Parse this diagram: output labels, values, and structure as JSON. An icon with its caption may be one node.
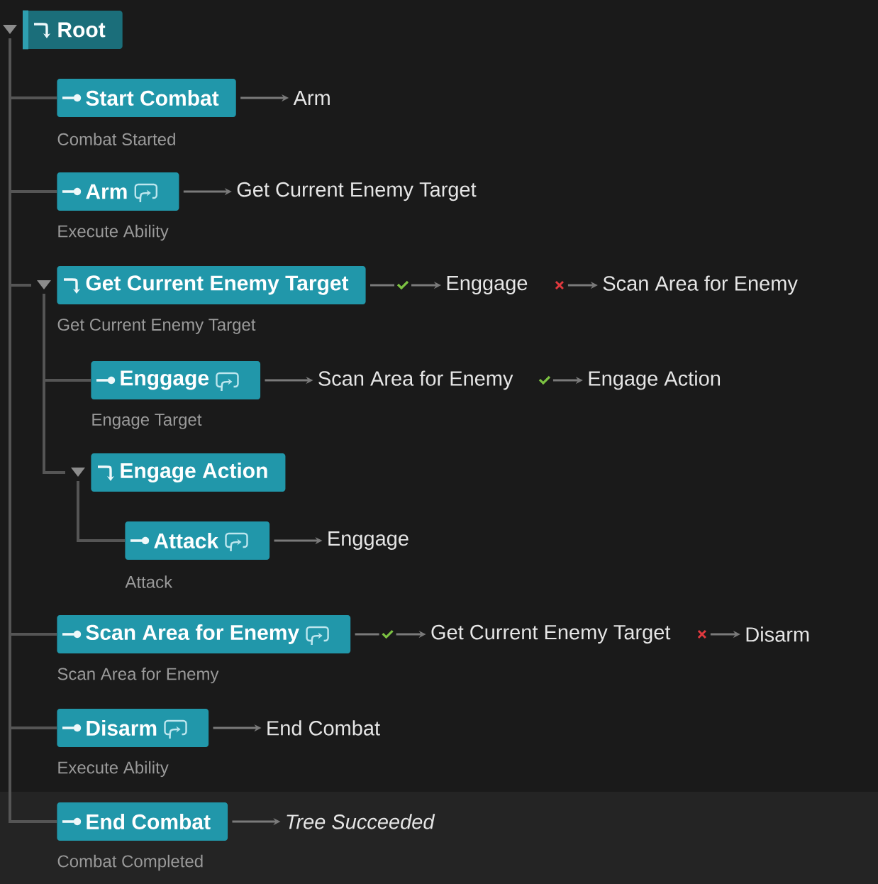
{
  "diagram": {
    "nodes": [
      {
        "text": [
          "Root"
        ]
      },
      {
        "text": [
          "Start Combat"
        ],
        "beside": [
          "Combat Started"
        ]
      },
      {
        "text": [
          "Arm"
        ]
      },
      {
        "text": [
          "Arm"
        ],
        "beside": [
          "Execute Ability"
        ]
      },
      {
        "text": [
          "Get Current Enemy Target"
        ]
      },
      {
        "text": [
          "Get Current Enemy Target"
        ],
        "beside": [
          "Get Current Enemy Target"
        ]
      },
      {
        "text": [
          "Enggage"
        ]
      },
      {
        "text": [
          "Scan Area for Enemy"
        ]
      },
      {
        "text": [
          "Enggage"
        ],
        "beside": [
          "Engage Target"
        ]
      },
      {
        "text": [
          "Scan Area for Enemy"
        ]
      },
      {
        "text": [
          "Engage Action"
        ]
      },
      {
        "text": [
          "Engage Action"
        ]
      },
      {
        "text": [
          "Attack"
        ],
        "beside": [
          "Attack"
        ]
      },
      {
        "text": [
          "Enggage"
        ]
      },
      {
        "text": [
          "Scan Area for Enemy"
        ],
        "beside": [
          "Scan Area for Enemy"
        ]
      },
      {
        "text": [
          "Get Current Enemy Target"
        ]
      },
      {
        "text": [
          "Disarm"
        ]
      },
      {
        "text": [
          "Disarm"
        ],
        "beside": [
          "Execute Ability"
        ]
      },
      {
        "text": [
          "End Combat"
        ]
      },
      {
        "text": [
          "End Combat"
        ],
        "beside": [
          "Combat Completed"
        ]
      },
      {
        "text": [
          "Tree Succeeded"
        ]
      }
    ],
    "edges": [
      {
        "from": 0,
        "to": 1,
        "arrow": "none"
      },
      {
        "from": 0,
        "to": 3,
        "arrow": "none"
      },
      {
        "from": 0,
        "to": 5,
        "arrow": "none"
      },
      {
        "from": 5,
        "to": 8,
        "arrow": "none"
      },
      {
        "from": 5,
        "to": 11,
        "arrow": "none"
      },
      {
        "from": 11,
        "to": 12,
        "arrow": "none"
      },
      {
        "from": 0,
        "to": 14,
        "arrow": "none"
      },
      {
        "from": 0,
        "to": 17,
        "arrow": "none"
      },
      {
        "from": 0,
        "to": 19,
        "arrow": "none"
      },
      {
        "from": 1,
        "to": 2,
        "arrow": "to"
      },
      {
        "from": 3,
        "to": 4,
        "arrow": "to"
      },
      {
        "from": 5,
        "to": 6,
        "arrow": "to"
      },
      {
        "from": null,
        "to": 7,
        "arrow": "to"
      },
      {
        "from": 8,
        "to": 9,
        "arrow": "to"
      },
      {
        "from": null,
        "to": 10,
        "arrow": "to"
      },
      {
        "from": 12,
        "to": 13,
        "arrow": "to"
      },
      {
        "from": 14,
        "to": 15,
        "arrow": "to"
      },
      {
        "from": null,
        "to": 16,
        "arrow": "to"
      },
      {
        "from": 17,
        "to": 18,
        "arrow": "to"
      },
      {
        "from": 19,
        "to": 20,
        "arrow": "to"
      }
    ]
  }
}
